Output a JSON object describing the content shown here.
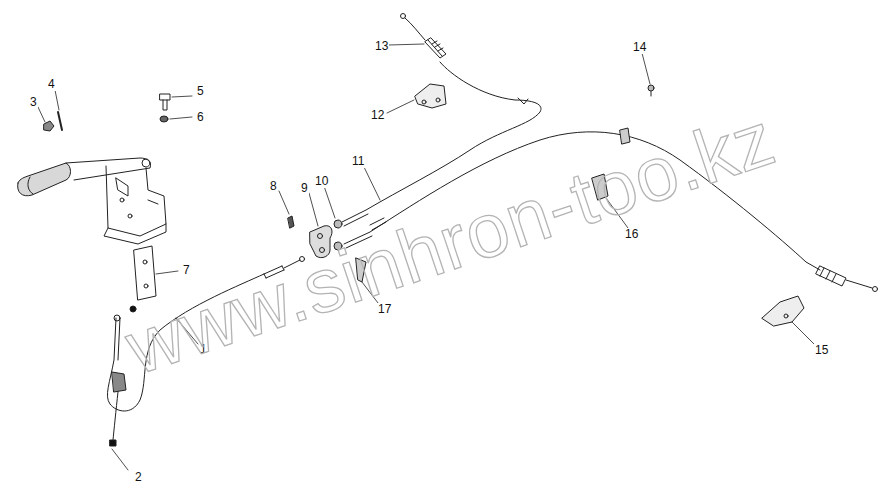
{
  "diagram": {
    "labels": [
      "1",
      "2",
      "3",
      "4",
      "5",
      "6",
      "7",
      "8",
      "9",
      "10",
      "11",
      "12",
      "13",
      "14",
      "15",
      "16",
      "17",
      "www.sinhron-too.kz"
    ]
  }
}
